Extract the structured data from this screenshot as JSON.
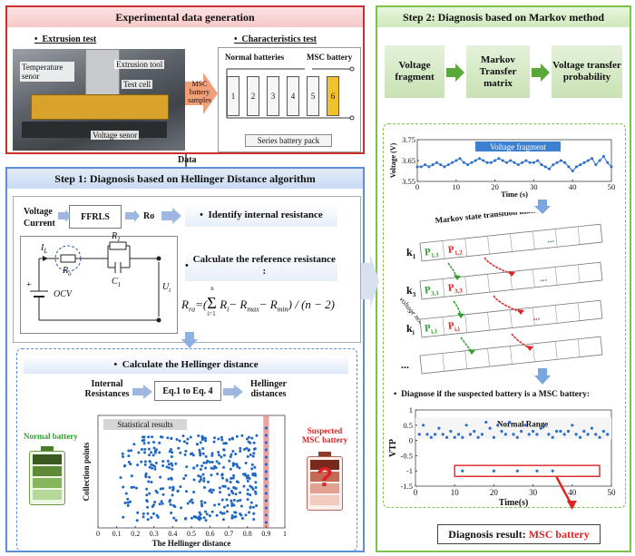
{
  "top_left": {
    "title": "Experimental data generation",
    "extrusion_title": "Extrusion test",
    "characteristics_title": "Characteristics test",
    "photo_labels": {
      "temperature": "Temperature senor",
      "tool": "Extrusion tool",
      "cell": "Test cell",
      "voltage": "Voltage senor"
    },
    "arrow_label": "MSC battery samples",
    "normal_batteries": "Normal batteries",
    "msc_battery": "MSC battery",
    "cells": [
      "1",
      "2",
      "3",
      "4",
      "5",
      "6"
    ],
    "series_pack": "Series battery pack"
  },
  "data_label": "Data",
  "step1": {
    "title": "Step 1: Diagnosis based on Hellinger Distance algorithm",
    "inputs": [
      "Voltage",
      "Current"
    ],
    "ffrls": "FFRLS",
    "ro": "Ro",
    "identify": "Identify internal resistance",
    "calc_ref": "Calculate the reference resistance :",
    "circuit": {
      "l": "I",
      "lsub": "L",
      "ro": "R",
      "rosub": "o",
      "r1": "R",
      "r1sub": "1",
      "c1": "C",
      "c1sub": "1",
      "ocv": "OCV",
      "ut": "U",
      "utsub": "t"
    },
    "formula": {
      "lhs": "R",
      "lhs_sub": "ra",
      "eq": "=(",
      "sum_top": "n",
      "sum_bot": "i=1",
      "ri": "R",
      "ri_sub": "i",
      "rmax": "− R",
      "rmax_sub": "max",
      "rmin": "− R",
      "rmin_sub": "min",
      "tail": ") / (n − 2)"
    },
    "hellinger_title": "Calculate the Hellinger distance",
    "internal_resistances": "Internal Resistances",
    "eq_box": "Eq.1 to Eq. 4",
    "hellinger_distances": "Hellinger distances",
    "normal_battery": "Normal battery",
    "suspected": "Suspected MSC battery",
    "question": "?"
  },
  "step2": {
    "title": "Step 2: Diagnosis based on Markov method",
    "flow": [
      "Voltage fragment",
      "Markov Transfer matrix",
      "Voltage transfer probability"
    ],
    "matrix_title": "Markov state transition matrix",
    "voltage_node": "voltage node",
    "k_labels": [
      "k",
      "k",
      "k"
    ],
    "k_subs": [
      "1",
      "3",
      "i"
    ],
    "p_labels": [
      {
        "t": "P",
        "s": "1,1",
        "c": "#2e9e2e"
      },
      {
        "t": "P",
        "s": "1,2",
        "c": "#d22"
      },
      {
        "t": "P",
        "s": "3,1",
        "c": "#2e9e2e"
      },
      {
        "t": "P",
        "s": "3,3",
        "c": "#d22"
      },
      {
        "t": "P",
        "s": "i,1",
        "c": "#2e9e2e"
      },
      {
        "t": "P",
        "s": "i,i",
        "c": "#d22"
      }
    ],
    "ellipses": [
      "...",
      "...",
      "..."
    ],
    "diagnose_text": "Diagnose if the suspected battery is a MSC battery:",
    "result_label": "Diagnosis result:",
    "result_value": "MSC battery"
  },
  "chart_data": [
    {
      "type": "line",
      "title": "Voltage fragment",
      "xlabel": "Time (s)",
      "ylabel": "Voltage (V)",
      "xlim": [
        0,
        50
      ],
      "ylim": [
        3.55,
        3.75
      ],
      "xticks": [
        "0",
        "10",
        "20",
        "30",
        "40",
        "50"
      ],
      "yticks": [
        "3.55",
        "3.65",
        "3.75"
      ],
      "x": [
        0,
        1,
        2,
        3,
        4,
        5,
        6,
        7,
        8,
        9,
        10,
        11,
        12,
        13,
        14,
        15,
        16,
        17,
        18,
        19,
        20,
        21,
        22,
        23,
        24,
        25,
        26,
        27,
        28,
        29,
        30,
        31,
        32,
        33,
        34,
        35,
        36,
        37,
        38,
        39,
        40,
        41,
        42,
        43,
        44,
        45,
        46,
        47,
        48,
        49,
        50
      ],
      "y": [
        3.62,
        3.62,
        3.63,
        3.62,
        3.63,
        3.64,
        3.63,
        3.62,
        3.63,
        3.64,
        3.65,
        3.66,
        3.64,
        3.63,
        3.64,
        3.65,
        3.66,
        3.65,
        3.64,
        3.64,
        3.65,
        3.66,
        3.65,
        3.64,
        3.65,
        3.64,
        3.63,
        3.64,
        3.65,
        3.64,
        3.64,
        3.65,
        3.63,
        3.62,
        3.61,
        3.63,
        3.64,
        3.65,
        3.64,
        3.62,
        3.6,
        3.62,
        3.63,
        3.64,
        3.65,
        3.66,
        3.63,
        3.65,
        3.67,
        3.64,
        3.62
      ]
    },
    {
      "type": "scatter",
      "xlabel": "Time(s)",
      "ylabel": "VTP",
      "annotation": "Normal Range",
      "xlim": [
        0,
        50
      ],
      "ylim": [
        -1.5,
        1
      ],
      "xticks": [
        "0",
        "10",
        "20",
        "30",
        "40",
        "50"
      ],
      "yticks": [
        "-1.5",
        "-1",
        "-0.5",
        "0",
        "0.5",
        "1"
      ],
      "x": [
        1,
        2,
        3,
        4,
        5,
        6,
        7,
        8,
        9,
        10,
        11,
        12,
        13,
        14,
        15,
        16,
        17,
        18,
        19,
        20,
        21,
        22,
        23,
        24,
        25,
        26,
        27,
        28,
        29,
        30,
        31,
        32,
        33,
        34,
        35,
        36,
        37,
        38,
        39,
        40,
        41,
        42,
        43,
        44,
        45,
        46,
        47,
        48,
        49,
        12,
        20,
        26,
        31,
        35
      ],
      "y": [
        0.2,
        0.5,
        0.2,
        0.1,
        0.2,
        0.4,
        0.2,
        0.1,
        0.3,
        0.1,
        0.2,
        0.1,
        0.5,
        0.2,
        0.3,
        0.1,
        0.2,
        0.6,
        0.4,
        0.1,
        0.5,
        0.3,
        0.2,
        0.6,
        0.2,
        0.1,
        0.3,
        0.5,
        0.2,
        0.3,
        0.2,
        0.4,
        0.5,
        0.2,
        0.1,
        0.3,
        0.3,
        0.2,
        0.3,
        0.5,
        0.2,
        0.1,
        0.3,
        0.2,
        0.4,
        0.2,
        0.1,
        0.3,
        0.2,
        -1,
        -1,
        -1,
        -1,
        -1
      ]
    },
    {
      "type": "scatter",
      "title": "Statistical results",
      "xlabel": "The Hellinger distance",
      "ylabel": "Collection points",
      "xlim": [
        0,
        1
      ],
      "xticks": [
        "0",
        "0.1",
        "0.2",
        "0.3",
        "0.4",
        "0.5",
        "0.6",
        "0.7",
        "0.8",
        "0.9",
        "1"
      ],
      "series": [
        {
          "values": "dense cluster of normal-battery distances between 0.1 and 0.85"
        },
        {
          "values": "suspected MSC battery distances near 0.9"
        }
      ]
    }
  ]
}
